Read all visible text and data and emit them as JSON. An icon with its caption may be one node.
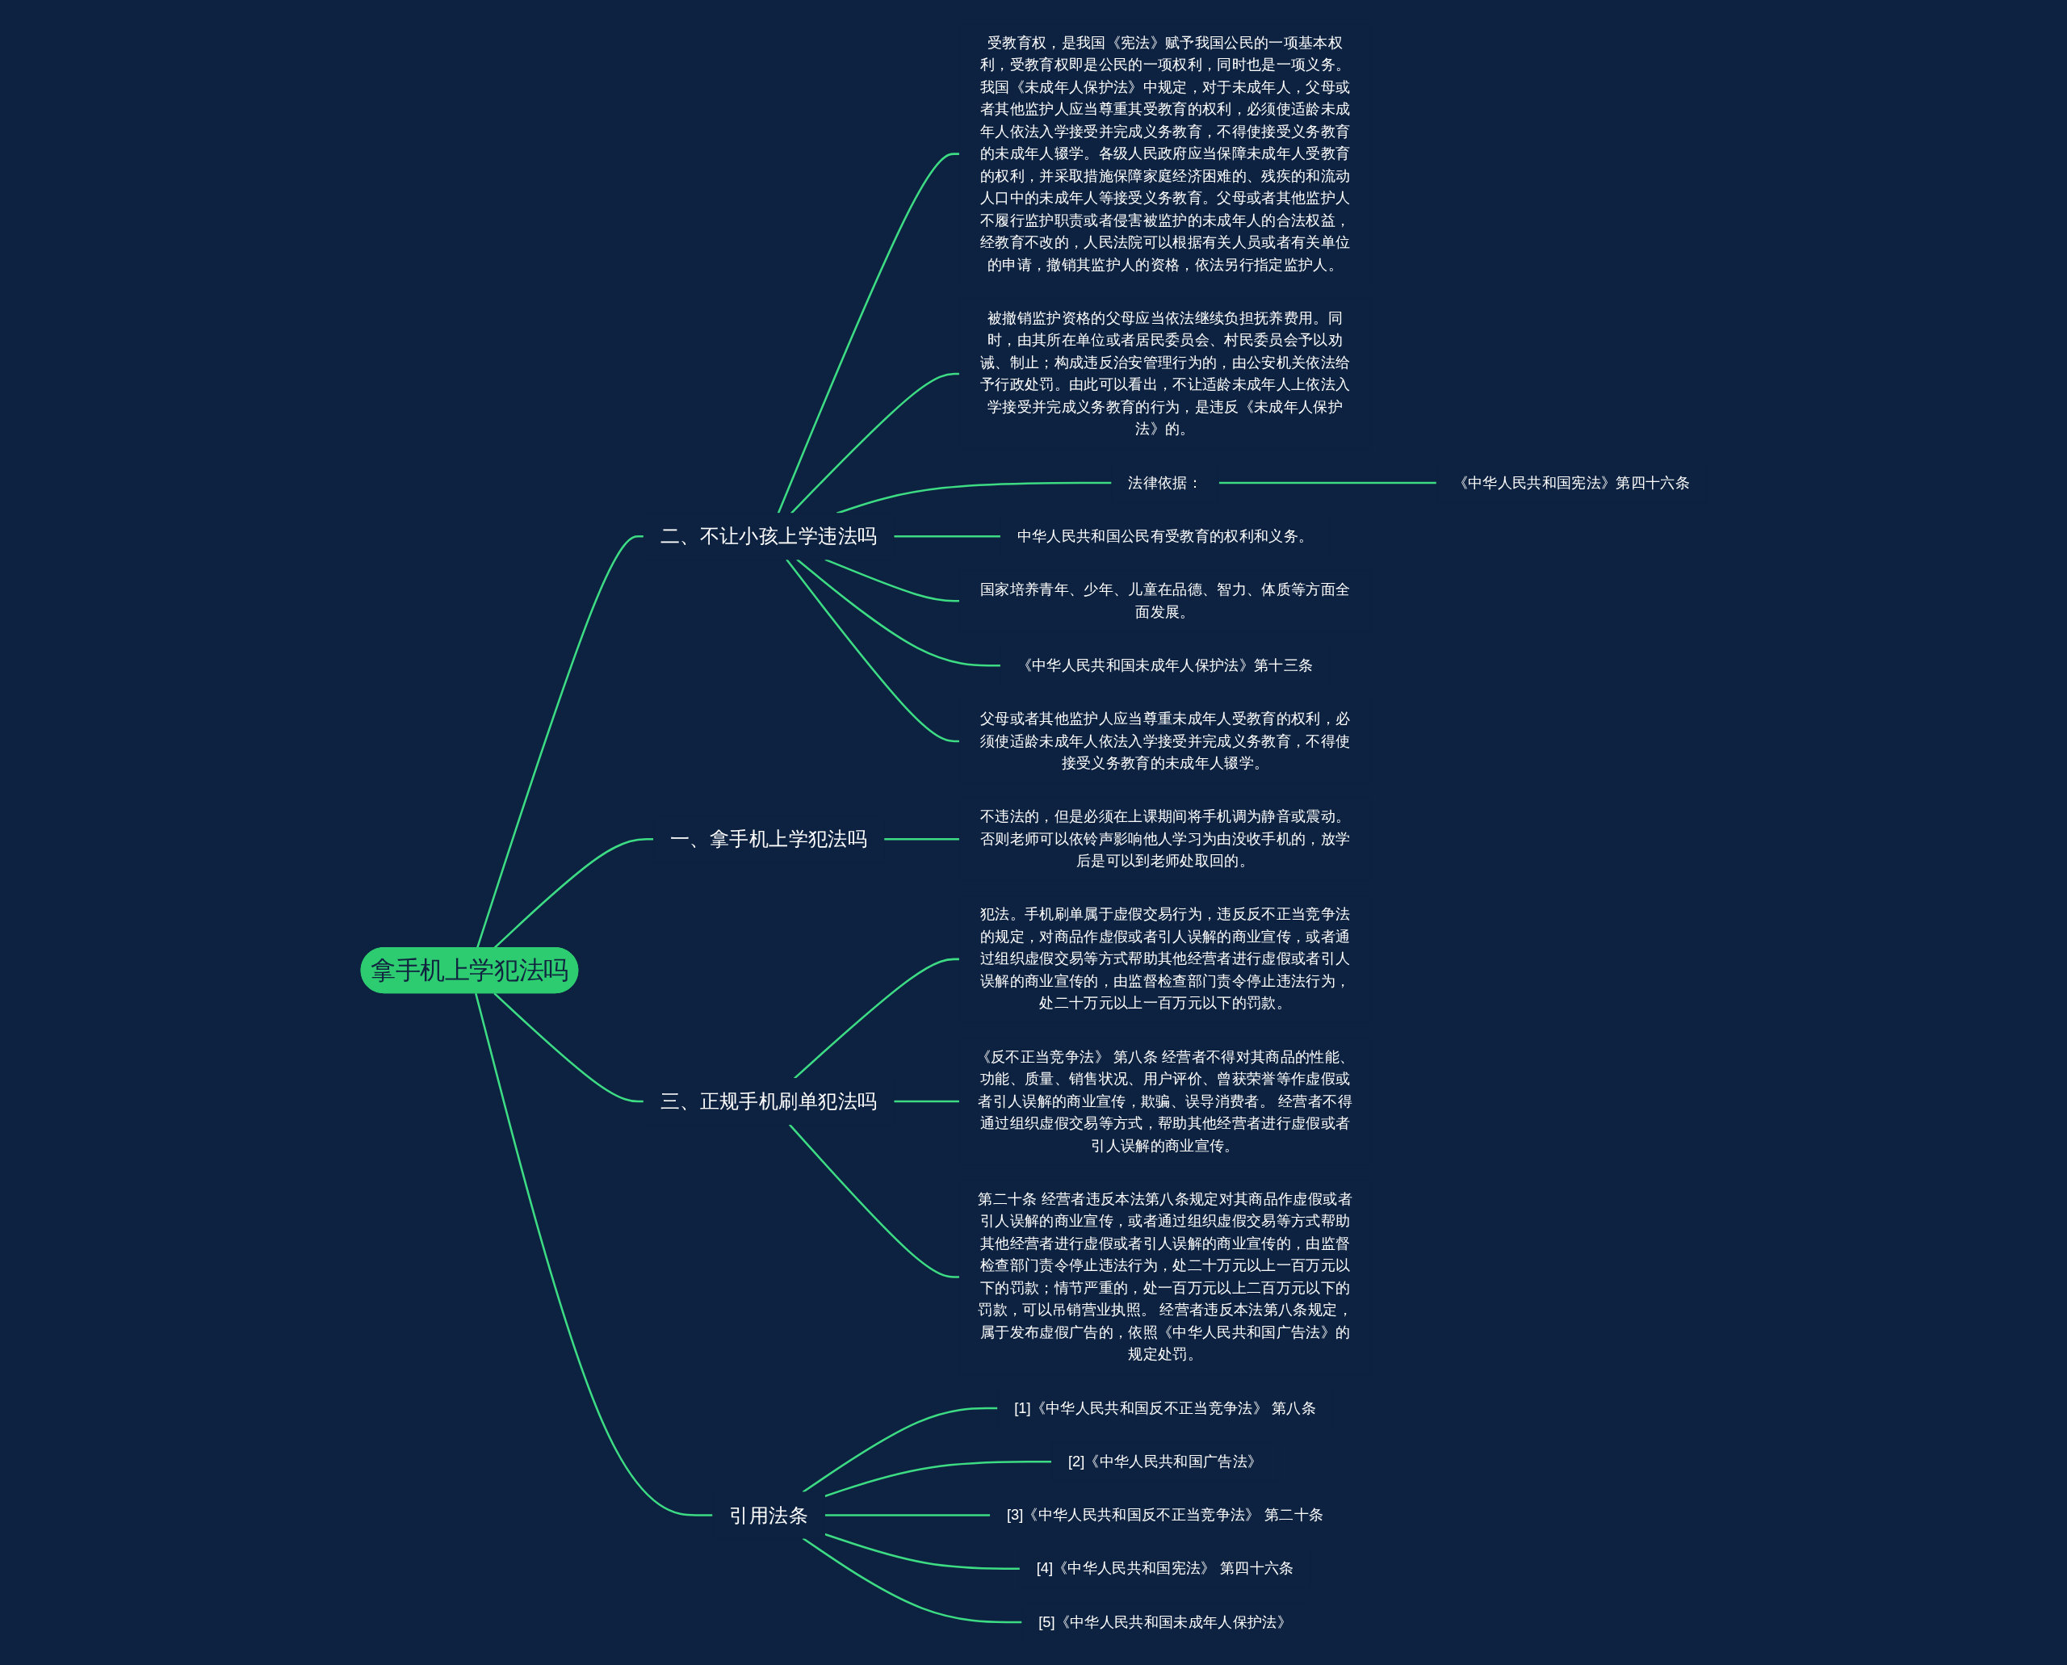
{
  "diagram": {
    "nodes": [
      {
        "text": [
          "拿手机上学犯法吗"
        ]
      },
      {
        "text": [
          "二、不让小孩上学违法吗"
        ]
      },
      {
        "text": [
          "受教育权，是我国《宪法》赋予我国公民的一项基本权利，受教育权即是公民的一项权利，同时也是一项义务。我国《未成年人保护法》中规定，对于未成年人，父母或者其他监护人应当尊重其受教育的权利，必须使适龄未成年人依法入学接受并完成义务教育，不得使接受义务教育的未成年人辍学。各级人民政府应当保障未成年人受教育的权利，并采取措施保障家庭经济困难的、残疾的和流动人口中的未成年人等接受义务教育。父母或者其他监护人不履行监护职责或者侵害被监护的未成年人的合法权益，经教育不改的，人民法院可以根据有关人员或者有关单位的申请，撤销其监护人的资格，依法另行指定监护人。"
        ]
      },
      {
        "text": [
          "被撤销监护资格的父母应当依法继续负担抚养费用。同时，由其所在单位或者居民委员会、村民委员会予以劝诫、制止；构成违反治安管理行为的，由公安机关依法给予行政处罚。由此可以看出，不让适龄未成年人上依法入学接受并完成义务教育的行为，是违反《未成年人保护法》的。"
        ]
      },
      {
        "text": [
          "《中华人民共和国宪法》第四十六条"
        ]
      },
      {
        "text": [
          "法律依据："
        ]
      },
      {
        "text": [
          "中华人民共和国公民有受教育的权利和义务。"
        ]
      },
      {
        "text": [
          "国家培养青年、少年、儿童在品德、智力、体质等方面全面发展。"
        ]
      },
      {
        "text": [
          "《中华人民共和国未成年人保护法》第十三条"
        ]
      },
      {
        "text": [
          "父母或者其他监护人应当尊重未成年人受教育的权利，必须使适龄未成年人依法入学接受并完成义务教育，不得使接受义务教育的未成年人辍学。"
        ]
      },
      {
        "text": [
          "一、拿手机上学犯法吗"
        ]
      },
      {
        "text": [
          "不违法的，但是必须在上课期间将手机调为静音或震动。否则老师可以依铃声影响他人学习为由没收手机的，放学后是可以到老师处取回的。"
        ]
      },
      {
        "text": [
          "三、正规手机刷单犯法吗"
        ]
      },
      {
        "text": [
          "犯法。手机刷单属于虚假交易行为，违反反不正当竞争法的规定，对商品作虚假或者引人误解的商业宣传，或者通过组织虚假交易等方式帮助其他经营者进行虚假或者引人误解的商业宣传的，由监督检查部门责令停止违法行为，处二十万元以上一百万元以下的罚款。"
        ]
      },
      {
        "text": [
          "《反不正当竞争法》 第八条 经营者不得对其商品的性能、功能、质量、销售状况、用户评价、曾获荣誉等作虚假或者引人误解的商业宣传，欺骗、误导消费者。 经营者不得通过组织虚假交易等方式，帮助其他经营者进行虚假或者引人误解的商业宣传。"
        ]
      },
      {
        "text": [
          "第二十条 经营者违反本法第八条规定对其商品作虚假或者引人误解的商业宣传，或者通过组织虚假交易等方式帮助其他经营者进行虚假或者引人误解的商业宣传的，由监督检查部门责令停止违法行为，处二十万元以上一百万元以下的罚款；情节严重的，处一百万元以上二百万元以下的罚款，可以吊销营业执照。 经营者违反本法第八条规定，属于发布虚假广告的，依照《中华人民共和国广告法》的规定处罚。"
        ]
      },
      {
        "text": [
          "引用法条"
        ]
      },
      {
        "text": [
          "[1]《中华人民共和国反不正当竞争法》 第八条"
        ]
      },
      {
        "text": [
          "[2]《中华人民共和国广告法》"
        ]
      },
      {
        "text": [
          "[3]《中华人民共和国反不正当竞争法》 第二十条"
        ]
      },
      {
        "text": [
          "[4]《中华人民共和国宪法》 第四十六条"
        ]
      },
      {
        "text": [
          "[5]《中华人民共和国未成年人保护法》"
        ]
      }
    ],
    "edges": [
      {
        "from": 0,
        "to": 1,
        "arrow": "none"
      },
      {
        "from": 0,
        "to": 10,
        "arrow": "none"
      },
      {
        "from": 0,
        "to": 12,
        "arrow": "none"
      },
      {
        "from": 0,
        "to": 16,
        "arrow": "none"
      },
      {
        "from": 1,
        "to": 2,
        "arrow": "none"
      },
      {
        "from": 1,
        "to": 3,
        "arrow": "none"
      },
      {
        "from": 1,
        "to": 5,
        "arrow": "none"
      },
      {
        "from": 5,
        "to": 4,
        "arrow": "none"
      },
      {
        "from": 1,
        "to": 6,
        "arrow": "none"
      },
      {
        "from": 1,
        "to": 7,
        "arrow": "none"
      },
      {
        "from": 1,
        "to": 8,
        "arrow": "none"
      },
      {
        "from": 1,
        "to": 9,
        "arrow": "none"
      },
      {
        "from": 10,
        "to": 11,
        "arrow": "none"
      },
      {
        "from": 12,
        "to": 13,
        "arrow": "none"
      },
      {
        "from": 12,
        "to": 14,
        "arrow": "none"
      },
      {
        "from": 12,
        "to": 15,
        "arrow": "none"
      },
      {
        "from": 16,
        "to": 17,
        "arrow": "none"
      },
      {
        "from": 16,
        "to": 18,
        "arrow": "none"
      },
      {
        "from": 16,
        "to": 19,
        "arrow": "none"
      },
      {
        "from": 16,
        "to": 20,
        "arrow": "none"
      },
      {
        "from": 16,
        "to": 21,
        "arrow": "none"
      }
    ]
  }
}
